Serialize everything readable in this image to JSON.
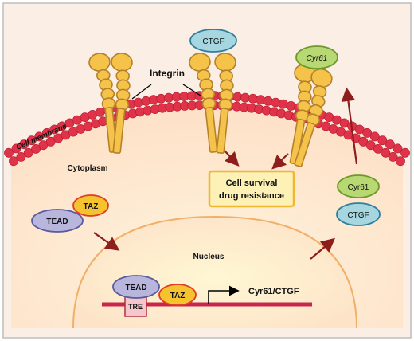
{
  "labels": {
    "integrin": "Integrin",
    "cell_membrane": "Cell membrane",
    "cytoplasm": "Cytoplasm",
    "nucleus": "Nucleus",
    "cell_survival_line1": "Cell survival",
    "cell_survival_line2": "drug resistance",
    "tre": "TRE",
    "gene": "Cyr61/CTGF"
  },
  "proteins": {
    "ctgf": "CTGF",
    "cyr61": "Cyr61",
    "taz": "TAZ",
    "tead": "TEAD"
  },
  "colors": {
    "outer_bg": "#fbeee4",
    "cell_bg": "#fde9dc",
    "nucleus_fill": "#fdebd3",
    "membrane_bead": "#e0334a",
    "integrin_fill": "#f5c24a",
    "integrin_stroke": "#b5812a",
    "arrow": "#8e1d1d",
    "ctgf_fill": "#a6d6e0",
    "cyr61_fill": "#b8d873",
    "taz_fill": "#f5c230",
    "taz_stroke": "#e23b26",
    "tead_fill": "#b8b6dc",
    "survival_box_fill": "#fdf1b6",
    "survival_box_stroke": "#f0b830",
    "dna": "#c8264b",
    "tre_fill": "#f6c6cc"
  }
}
